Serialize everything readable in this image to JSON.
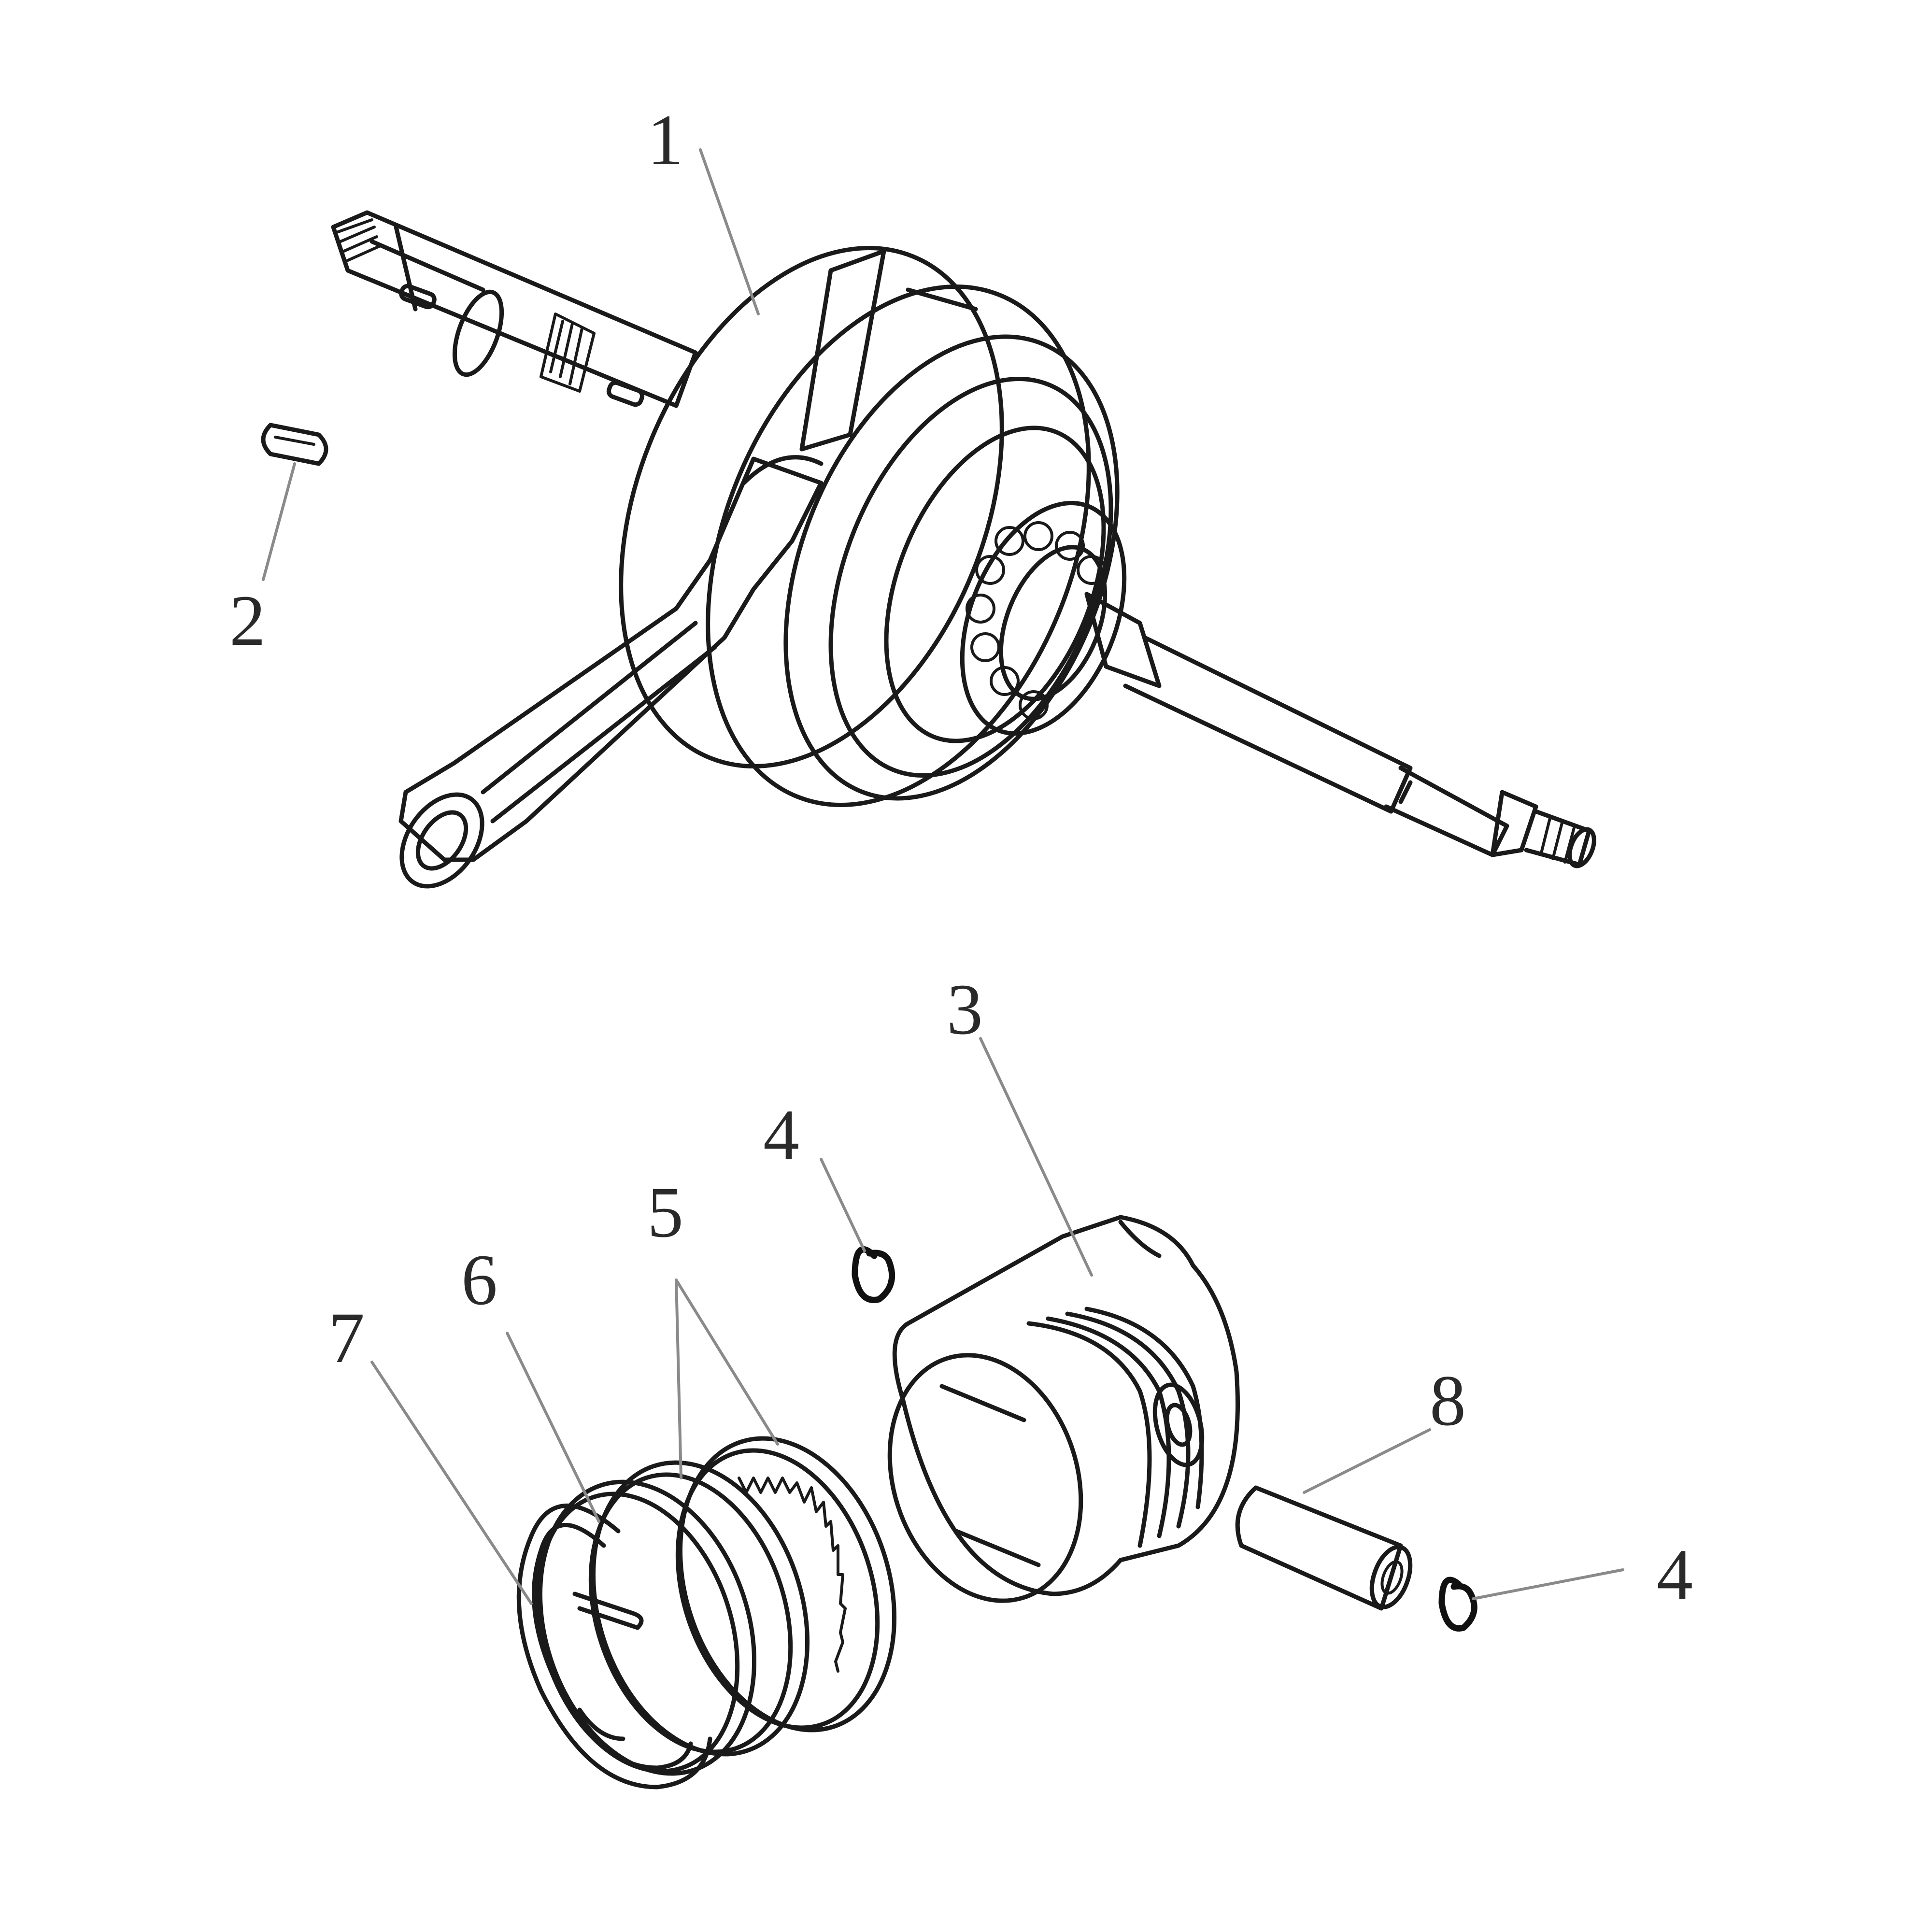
{
  "diagram": {
    "callouts": {
      "crankshaft": "1",
      "woodruff_key": "2",
      "piston": "3",
      "clip_upper": "4",
      "rings_upper": "5",
      "ring_middle": "6",
      "ring_lower": "7",
      "piston_pin": "8",
      "clip_lower": "4"
    },
    "colors": {
      "line_art": "#1a1a1a",
      "leader": "#8a8a8a",
      "background": "#ffffff"
    }
  }
}
